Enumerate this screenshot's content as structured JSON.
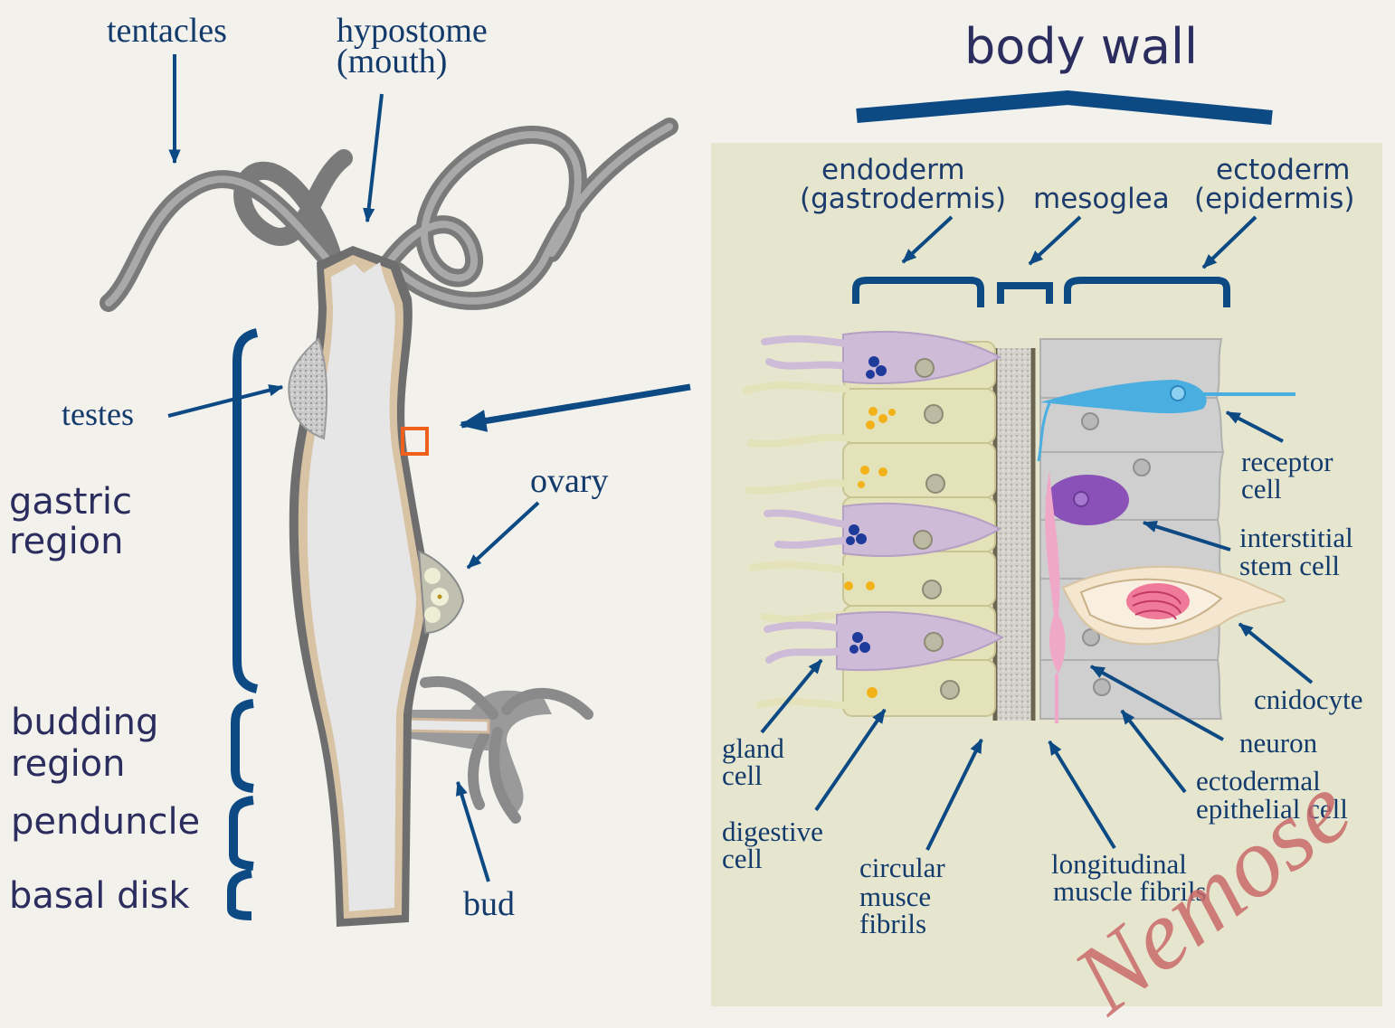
{
  "hydra_labels": {
    "tentacles": "tentacles",
    "hypostome_line1": "hypostome",
    "hypostome_line2": "(mouth)",
    "testes": "testes",
    "ovary": "ovary",
    "bud": "bud"
  },
  "regions": {
    "gastric_line1": "gastric",
    "gastric_line2": "region",
    "budding_line1": "budding",
    "budding_line2": "region",
    "pendunce": "penduncle",
    "basal": "basal disk"
  },
  "body_wall": {
    "title": "body wall",
    "endoderm_line1": "endoderm",
    "endoderm_line2": "(gastrodermis)",
    "mesoglea": "mesoglea",
    "ectoderm_line1": "ectoderm",
    "ectoderm_line2": "(epidermis)"
  },
  "cells": {
    "receptor_line1": "receptor",
    "receptor_line2": "cell",
    "interstitial_line1": "interstitial",
    "interstitial_line2": "stem cell",
    "cnidocyte": "cnidocyte",
    "neuron": "neuron",
    "ecto_epi_line1": "ectodermal",
    "ecto_epi_line2": "epithelial cell",
    "gland_line1": "gland",
    "gland_line2": "cell",
    "digestive_line1": "digestive",
    "digestive_line2": "cell",
    "circular_line1": "circular",
    "circular_line2": "musce",
    "circular_line3": "fibrils",
    "longitudinal_line1": "longitudinal",
    "longitudinal_line2": "muscle fibrils"
  },
  "watermark": "Nemose",
  "colors": {
    "background": "#f2f1ec",
    "panel": "#e6e6cf",
    "arrow": "#0d4a84",
    "endoderm_cell": "#e4e2b8",
    "gland_cell": "#cdbbd8",
    "ectoderm_cell": "#cfcfcf",
    "receptor": "#4aaee0",
    "interstitial": "#8a52b8",
    "neuron": "#f0a8c8",
    "focus_box": "#f0601a",
    "watermark": "#c96a6a"
  }
}
